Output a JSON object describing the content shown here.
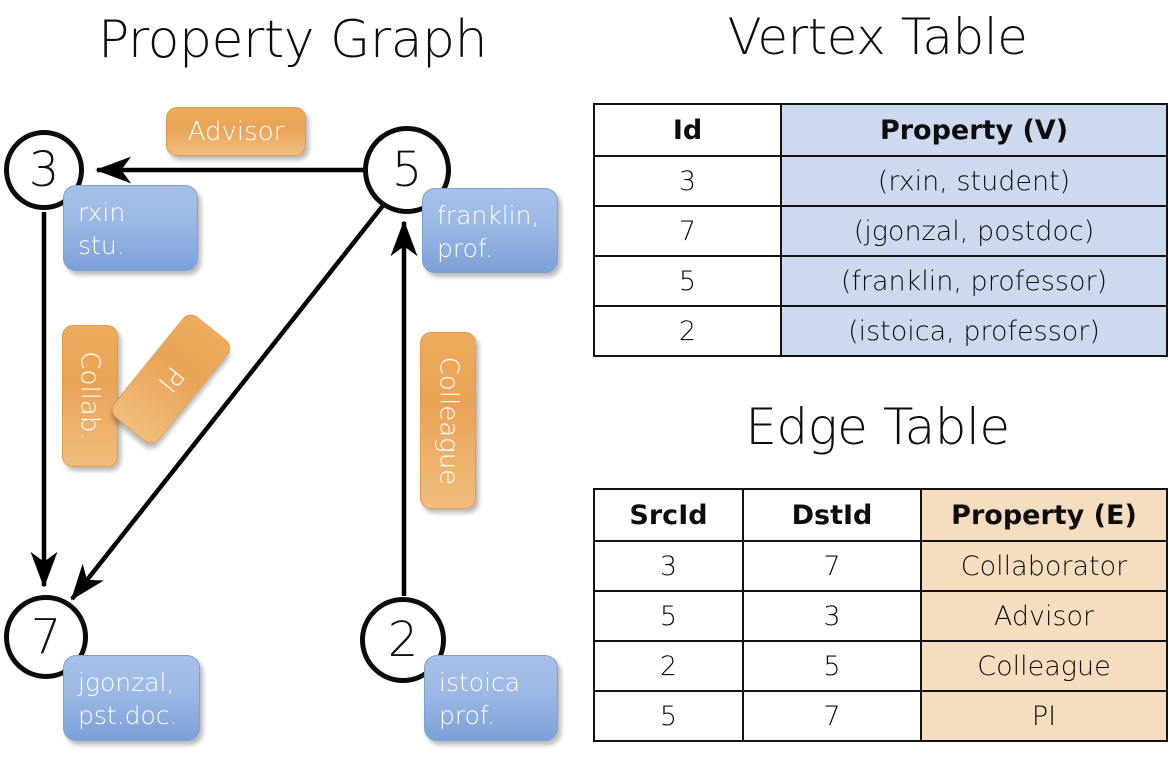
{
  "graph": {
    "title": "Property Graph",
    "nodes": [
      {
        "id": "3",
        "property": "rxin\nstu."
      },
      {
        "id": "5",
        "property": "franklin,\nprof."
      },
      {
        "id": "7",
        "property": "jgonzal,\npst.doc."
      },
      {
        "id": "2",
        "property": "istoica\nprof."
      }
    ],
    "edge_labels": {
      "advisor": "Advisor",
      "collab": "Collab.",
      "pi": "PI",
      "colleague": "Colleague"
    },
    "colors": {
      "vertex_box": "#9bb8e4",
      "edge_box": "#eeab5c",
      "node_stroke": "#0b0b0b",
      "arrow": "#000000"
    }
  },
  "vertex_table": {
    "title": "Vertex Table",
    "columns": [
      "Id",
      "Property (V)"
    ],
    "rows": [
      [
        "3",
        "(rxin, student)"
      ],
      [
        "7",
        "(jgonzal, postdoc)"
      ],
      [
        "5",
        "(franklin, professor)"
      ],
      [
        "2",
        "(istoica, professor)"
      ]
    ],
    "highlight_color": "#ccd9ef"
  },
  "edge_table": {
    "title": "Edge Table",
    "columns": [
      "SrcId",
      "DstId",
      "Property (E)"
    ],
    "rows": [
      [
        "3",
        "7",
        "Collaborator"
      ],
      [
        "5",
        "3",
        "Advisor"
      ],
      [
        "2",
        "5",
        "Colleague"
      ],
      [
        "5",
        "7",
        "PI"
      ]
    ],
    "highlight_color": "#f7ddbf"
  }
}
